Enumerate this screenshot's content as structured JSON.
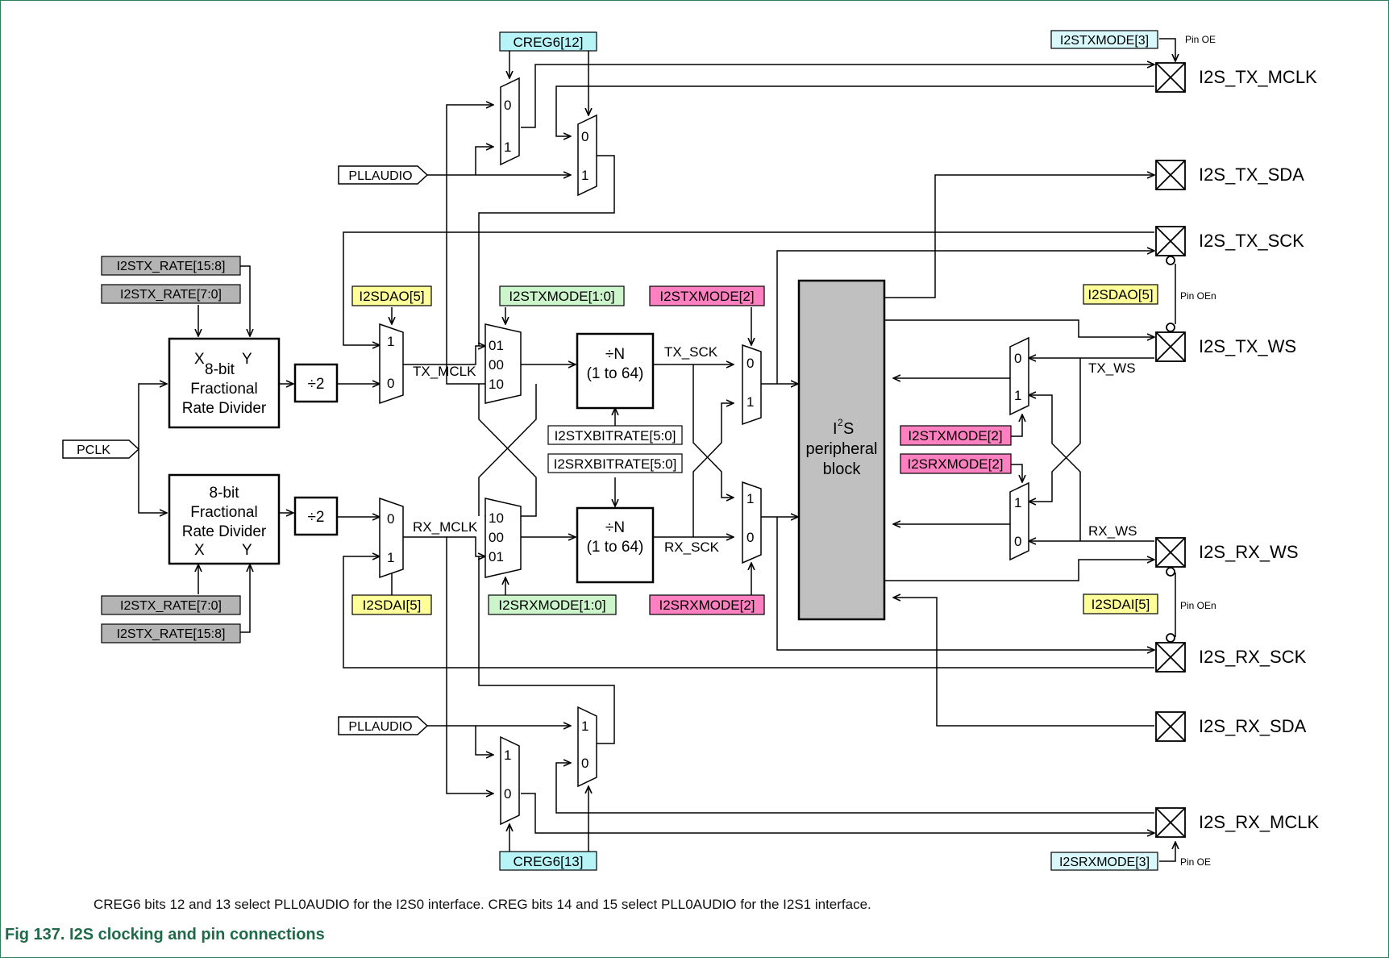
{
  "colors": {
    "cyan": "#b6f4f8",
    "pale_cyan": "#d9f8fb",
    "yellow": "#ffff99",
    "green": "#ccf5cc",
    "pink": "#ff80c0",
    "gray": "#b4b4b4",
    "block_gray": "#c0c0c0",
    "caption_green": "#1f6b49"
  },
  "register_labels": {
    "creg6_12": "CREG6[12]",
    "creg6_13": "CREG6[13]",
    "i2stxmode_3": "I2STXMODE[3]",
    "i2srxmode_3": "I2SRXMODE[3]",
    "i2stx_rate_hi_top": "I2STX_RATE[15:8]",
    "i2stx_rate_lo_top": "I2STX_RATE[7:0]",
    "i2stx_rate_lo_bot": "I2STX_RATE[7:0]",
    "i2stx_rate_hi_bot": "I2STX_RATE[15:8]",
    "i2sdao5_left": "I2SDAO[5]",
    "i2sdai5_left": "I2SDAI[5]",
    "i2sdao5_right": "I2SDAO[5]",
    "i2sdai5_right": "I2SDAI[5]",
    "i2stxmode_10": "I2STXMODE[1:0]",
    "i2srxmode_10": "I2SRXMODE[1:0]",
    "i2stxmode_2_top": "I2STXMODE[2]",
    "i2srxmode_2_bot": "I2SRXMODE[2]",
    "i2stxmode_2_right": "I2STXMODE[2]",
    "i2srxmode_2_right": "I2SRXMODE[2]",
    "i2stxbitrate": "I2STXBITRATE[5:0]",
    "i2srxbitrate": "I2SRXBITRATE[5:0]"
  },
  "inputs": {
    "pllaudio_top": "PLLAUDIO",
    "pllaudio_bot": "PLLAUDIO",
    "pclk": "PCLK"
  },
  "blocks": {
    "frac_top": {
      "x": "X",
      "sub": "8-bit",
      "y": "Y",
      "line2": "Fractional",
      "line3": "Rate Divider"
    },
    "frac_bot": {
      "line1": "8-bit",
      "line2": "Fractional",
      "line3": "Rate Divider",
      "x": "X",
      "y": "Y"
    },
    "div2": "÷2",
    "divn_top": {
      "line1": "÷N",
      "line2": "(1 to 64)"
    },
    "divn_bot": {
      "line1": "÷N",
      "line2": "(1 to 64)"
    },
    "peripheral": {
      "i": "I",
      "sup": "2",
      "s": "S",
      "line2": "peripheral",
      "line3": "block"
    }
  },
  "signals": {
    "tx_mclk": "TX_MCLK",
    "rx_mclk": "RX_MCLK",
    "tx_sck": "TX_SCK",
    "rx_sck": "RX_SCK",
    "tx_ws": "TX_WS",
    "rx_ws": "RX_WS"
  },
  "pins": {
    "tx_mclk": "I2S_TX_MCLK",
    "tx_sda": "I2S_TX_SDA",
    "tx_sck": "I2S_TX_SCK",
    "tx_ws": "I2S_TX_WS",
    "rx_ws": "I2S_RX_WS",
    "rx_sck": "I2S_RX_SCK",
    "rx_sda": "I2S_RX_SDA",
    "rx_mclk": "I2S_RX_MCLK"
  },
  "pin_enables": {
    "oe_top": "Pin OE",
    "oen_tx": "Pin OEn",
    "oen_rx": "Pin OEn",
    "oe_bot": "Pin OE"
  },
  "mux_inputs": {
    "zero": "0",
    "one": "1",
    "m01": "01",
    "m00": "00",
    "m10": "10"
  },
  "note": "CREG6 bits 12 and 13 select PLL0AUDIO for the I2S0 interface. CREG bits 14 and 15 select PLL0AUDIO for the I2S1 interface.",
  "caption": "Fig 137. I2S clocking and pin connections"
}
